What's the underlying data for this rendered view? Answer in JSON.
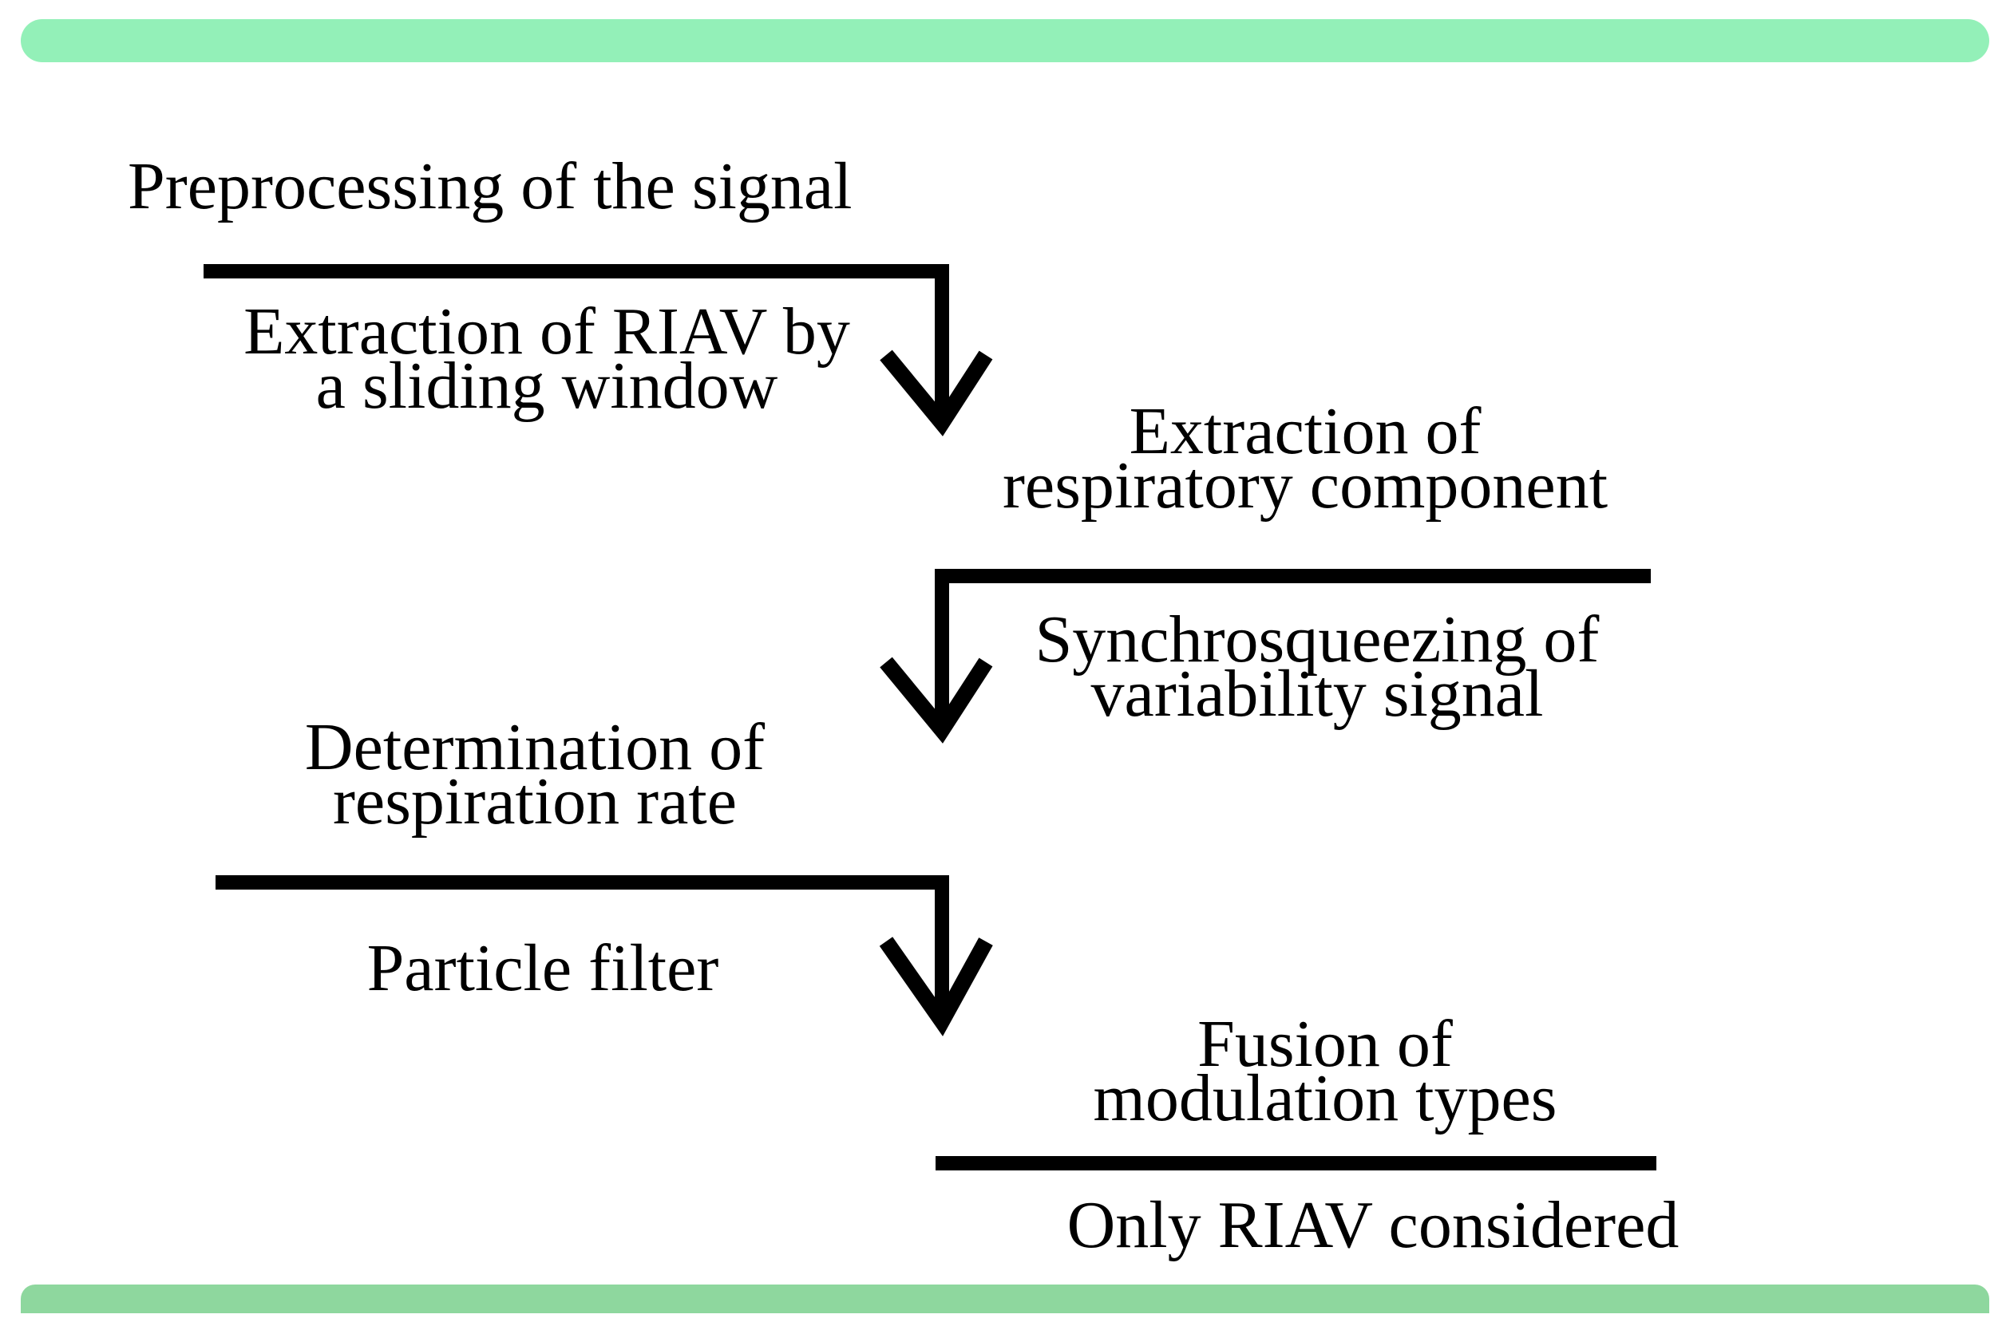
{
  "diagram": {
    "steps": [
      "Preprocessing of the signal",
      "Extraction of respiratory component",
      "Determination of respiration rate",
      "Fusion of modulation types"
    ],
    "methods": [
      [
        "Extraction of RIAV by",
        "a sliding window"
      ],
      [
        "Synchrosqueezing of",
        "variability signal"
      ],
      [
        "Particle filter"
      ],
      [
        "Only RIAV considered"
      ]
    ],
    "colors": {
      "top_band": "#93f0b8",
      "bottom_band": "#8ed79e",
      "lines": "#000000"
    }
  }
}
